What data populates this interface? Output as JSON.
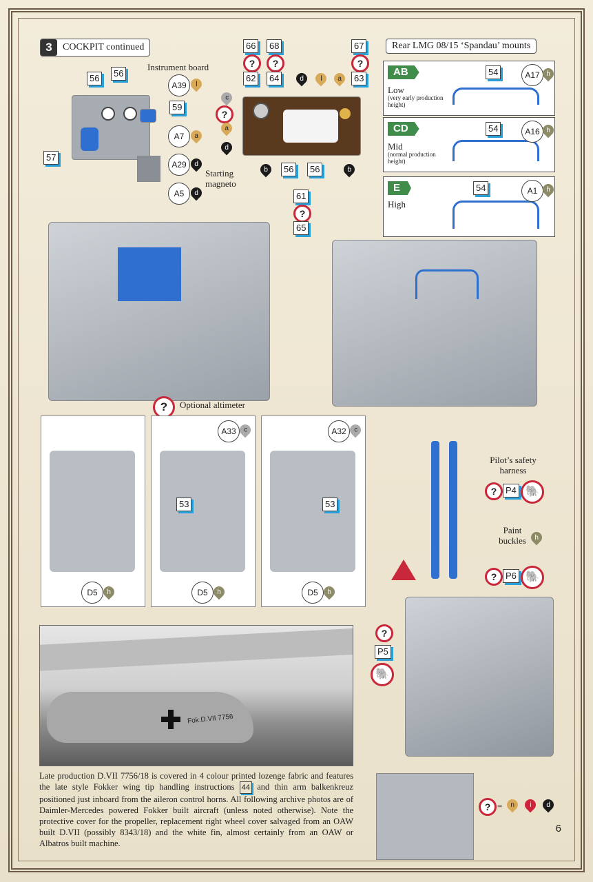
{
  "step": {
    "number": "3",
    "title": "COCKPIT continued"
  },
  "instrument_board": {
    "label": "Instrument board",
    "parts": [
      "56",
      "56",
      "57",
      "59"
    ],
    "callouts": [
      "A39",
      "A7",
      "A29",
      "A5"
    ],
    "paint": [
      "l",
      "a",
      "d",
      "d"
    ],
    "starting_magneto": "Starting magneto"
  },
  "center_panel": {
    "parts": [
      "66",
      "68",
      "67",
      "62",
      "64",
      "63",
      "56",
      "56",
      "61",
      "65"
    ],
    "paint": [
      "c",
      "a",
      "d",
      "l",
      "a",
      "d",
      "b",
      "b"
    ]
  },
  "rear_mounts": {
    "title": "Rear LMG 08/15 ‘Spandau’ mounts",
    "options": [
      {
        "code": "AB",
        "name": "Low",
        "note": "(very early production height)",
        "part": "54",
        "callout": "A17",
        "paint": "h"
      },
      {
        "code": "CD",
        "name": "Mid",
        "note": "(normal production height)",
        "part": "54",
        "callout": "A16",
        "paint": "h"
      },
      {
        "code": "E",
        "name": "High",
        "note": "",
        "part": "54",
        "callout": "A1",
        "paint": "h"
      }
    ]
  },
  "altimeter": {
    "label": "Optional altimeter",
    "views": [
      {
        "callout": "",
        "paint": "",
        "part": "",
        "bottom": "D5",
        "bottom_paint": "h"
      },
      {
        "callout": "A33",
        "paint": "c",
        "part": "53",
        "bottom": "D5",
        "bottom_paint": "h"
      },
      {
        "callout": "A32",
        "paint": "c",
        "part": "53",
        "bottom": "D5",
        "bottom_paint": "h"
      }
    ]
  },
  "harness": {
    "label": "Pilot’s safety harness",
    "paint_label": "Paint buckles",
    "paint": "h",
    "parts": [
      "P4",
      "P6",
      "P5"
    ]
  },
  "legend": {
    "items": [
      "n",
      "i",
      "d"
    ]
  },
  "photo_text": "Late production D.VII 7756/18 is covered in 4 colour printed lozenge fabric and features the late style Fokker wing tip handling instructions",
  "photo_ref": "44",
  "caption_rest": "and thin arm balkenkreuz positioned just inboard from the aileron control horns. All following archive photos are of Daimler-Mercedes powered Fokker built aircraft (unless noted otherwise). Note the protective cover for the propeller, replacement right wheel cover salvaged from an OAW built D.VII (possibly 8343/18) and the white fin, almost certainly from an OAW or Albatros built machine.",
  "aircraft_marking": "Fok.D.VII 7756",
  "page_number": "6",
  "colors": {
    "accent_blue": "#2e6fd0",
    "tag_green": "#3f8c4b",
    "red": "#c8283a"
  }
}
